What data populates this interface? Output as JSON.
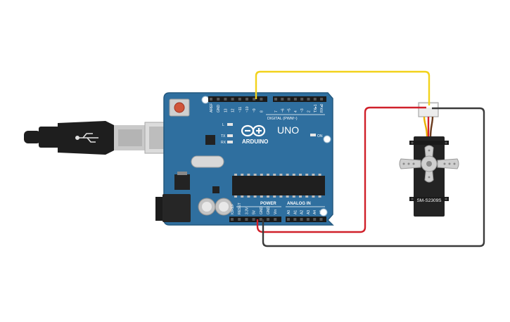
{
  "board": {
    "brand": "ARDUINO",
    "model": "UNO",
    "digital_header_label": "DIGITAL (PWM~)",
    "power_label": "POWER",
    "analog_label": "ANALOG IN",
    "on_label": "ON",
    "led_l_label": "L",
    "led_tx_label": "TX",
    "led_rx_label": "RX",
    "top_pins_left": [
      "AREF",
      "GND",
      "13",
      "12",
      "~11",
      "~10",
      "~9",
      "8"
    ],
    "top_pins_right": [
      "7",
      "~6",
      "~5",
      "4",
      "~3",
      "2",
      "TX▸1",
      "RX◂0"
    ],
    "power_pins": [
      "IOREF",
      "RESET",
      "3.3V",
      "5V",
      "GND",
      "GND",
      "Vin"
    ],
    "analog_pins": [
      "A0",
      "A1",
      "A2",
      "A3",
      "A4",
      "A5"
    ]
  },
  "servo": {
    "label": "SM-S2309S"
  },
  "colors": {
    "board": "#2f6f9f",
    "signal_wire": "#f2d21b",
    "power_wire": "#d0202a",
    "ground_wire": "#3a3a3a",
    "usb_cable": "#1e1e1e"
  },
  "wires": [
    {
      "from": "digital pin ~9",
      "to": "servo signal",
      "color": "yellow"
    },
    {
      "from": "5V",
      "to": "servo power",
      "color": "red"
    },
    {
      "from": "GND",
      "to": "servo ground",
      "color": "black"
    }
  ]
}
